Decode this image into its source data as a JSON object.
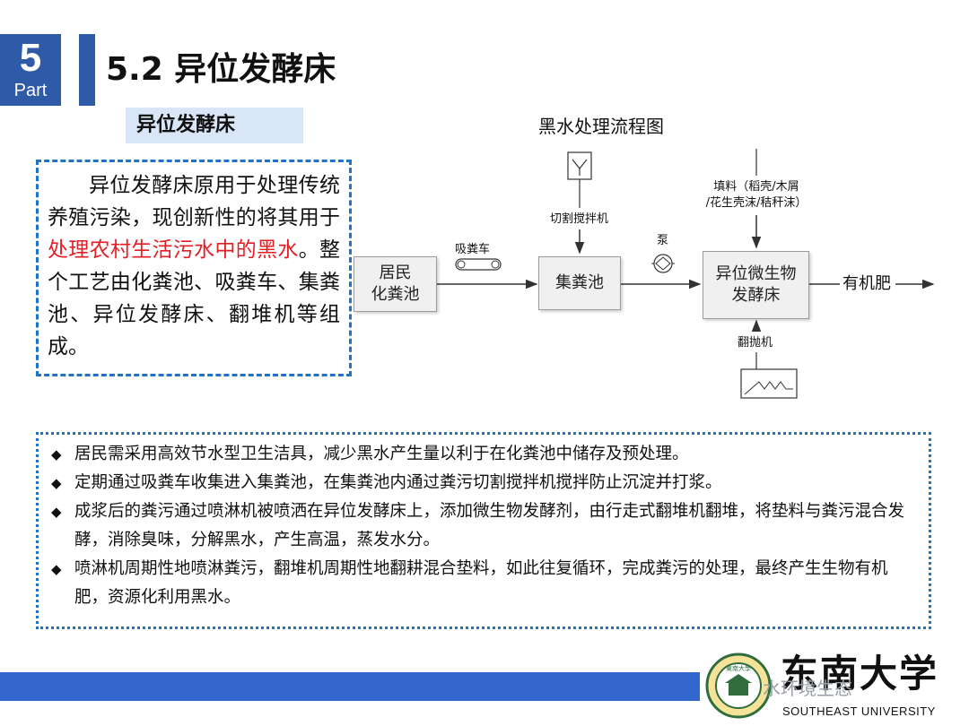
{
  "header": {
    "part_number": "5",
    "part_word": "Part",
    "title": "5.2 异位发酵床"
  },
  "section_label": "异位发酵床",
  "intro": {
    "text_before": "异位发酵床原用于处理传统养殖污染，现创新性的将其用于",
    "highlight": "处理农村生活污水中的黑水",
    "text_after": "。整个工艺由化粪池、吸粪车、集粪池、异位发酵床、翻堆机等组成。",
    "highlight_color": "#e31e24"
  },
  "diagram": {
    "title": "黑水处理流程图",
    "nodes": {
      "septic": "居民\n化粪池",
      "collection": "集粪池",
      "fermentation": "异位微生物\n发酵床"
    },
    "labels": {
      "suction_truck": "吸粪车",
      "cutter_mixer": "切割搅拌机",
      "pump": "泵",
      "filler": "填料（稻壳/木屑\n/花生壳沫/秸秆沫）",
      "turner": "翻抛机",
      "output": "有机肥"
    }
  },
  "bullets": [
    "居民需采用高效节水型卫生洁具，减少黑水产生量以利于在化粪池中储存及预处理。",
    "定期通过吸粪车收集进入集粪池，在集粪池内通过粪污切割搅拌机搅拌防止沉淀并打浆。",
    "成浆后的粪污通过喷淋机被喷洒在异位发酵床上，添加微生物发酵剂，由行走式翻堆机翻堆，将垫料与粪污混合发酵，消除臭味，分解黑水，产生高温，蒸发水分。",
    "喷淋机周期性地喷淋粪污，翻堆机周期性地翻耕混合垫料，如此往复循环，完成粪污的处理，最终产生生物有机肥，资源化利用黑水。"
  ],
  "footer": {
    "university_en": "SOUTHEAST UNIVERSITY",
    "calligraphy": "东南大学",
    "seal_text": "東南大學",
    "watermark": "水环境生态"
  },
  "colors": {
    "accent_blue": "#2e5aa8",
    "box_border": "#1f72c4",
    "footer_band": "#3366cc"
  }
}
